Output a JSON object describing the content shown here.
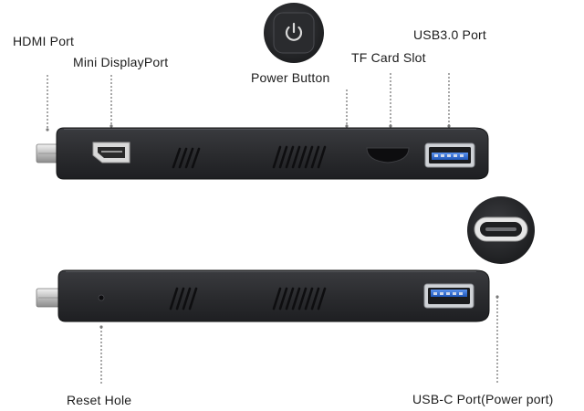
{
  "labels": {
    "hdmi_port": "HDMI Port",
    "mini_displayport": "Mini DisplayPort",
    "power_button": "Power Button",
    "tf_card_slot": "TF Card Slot",
    "usb3_port": "USB3.0 Port",
    "reset_hole": "Reset Hole",
    "usb_c_port": "USB-C Port(Power port)"
  },
  "colors": {
    "device_body": "#2b2c2f",
    "device_edge": "#1a1b1d",
    "usb_blue": "#2f6fd6",
    "leader_line": "#7a7a7a"
  },
  "icons": {
    "power": "power-icon",
    "usb_c": "usb-c-port-icon"
  }
}
